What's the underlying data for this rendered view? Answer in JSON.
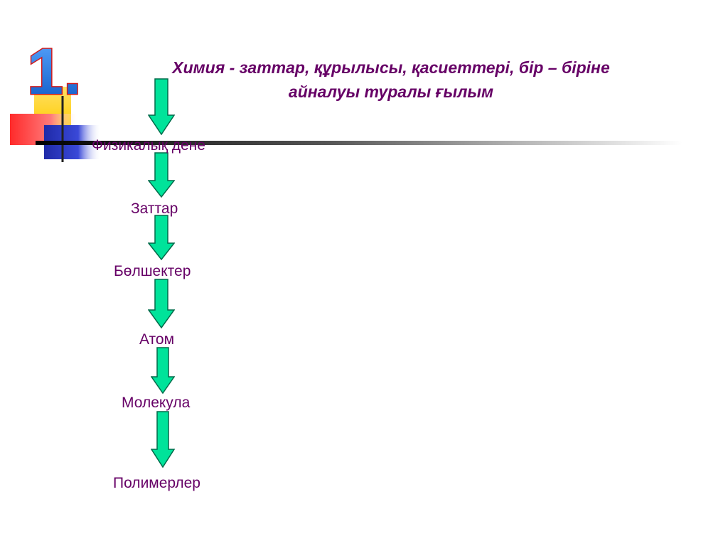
{
  "badge": {
    "numeral": "1."
  },
  "title": {
    "line1": "Химия -  заттар, құрылысы, қасиеттері, бір – біріне",
    "line2": "айналуы  туралы  ғылым"
  },
  "flow": {
    "items": [
      "Физикалық  дене",
      "Заттар",
      "Бөлшектер",
      "Атом",
      "Молекула",
      "Полимерлер"
    ]
  },
  "colors": {
    "title_text": "#660066",
    "item_text": "#660066",
    "arrow_fill": "#00e39a",
    "arrow_stroke": "#006b4a",
    "badge_blue": "#1a6fd6",
    "badge_red": "#e0181f",
    "deco_yellow": "#ffd630",
    "deco_red": "#ff3030",
    "deco_blue": "#2431b8"
  },
  "icons": {
    "flow_arrow": "down-arrow-icon"
  }
}
